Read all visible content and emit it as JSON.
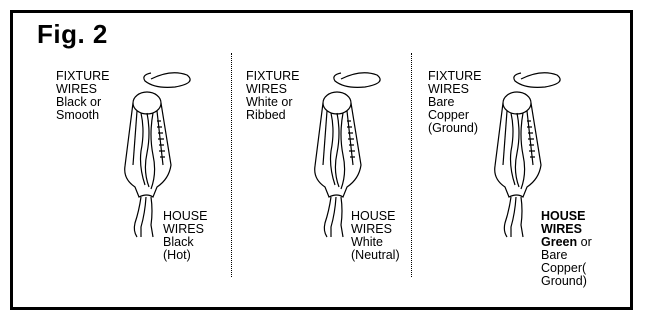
{
  "figure": {
    "title": "Fig. 2"
  },
  "panels": [
    {
      "fixture_wires": [
        "FIXTURE",
        "WIRES",
        "Black or",
        "Smooth"
      ],
      "house_wires": [
        {
          "text": "HOUSE",
          "bold": false
        },
        {
          "text": "WIRES",
          "bold": false
        },
        {
          "text": "Black",
          "bold": false
        },
        {
          "text": "(Hot)",
          "bold": false
        }
      ]
    },
    {
      "fixture_wires": [
        "FIXTURE",
        "WIRES",
        "White or",
        "Ribbed"
      ],
      "house_wires": [
        {
          "text": "HOUSE",
          "bold": false
        },
        {
          "text": "WIRES",
          "bold": false
        },
        {
          "text": "White",
          "bold": false
        },
        {
          "text": "(Neutral)",
          "bold": false
        }
      ]
    },
    {
      "fixture_wires": [
        "FIXTURE",
        "WIRES",
        "Bare",
        "Copper",
        "(Ground)"
      ],
      "house_wires": [
        {
          "text": "HOUSE",
          "bold": true
        },
        {
          "text": "WIRES",
          "bold": true
        },
        {
          "text": "Green",
          "bold": true,
          "suffix": " or"
        },
        {
          "text": "Bare",
          "bold": false
        },
        {
          "text": "Copper(",
          "bold": false
        },
        {
          "text": "Ground)",
          "bold": false
        }
      ]
    }
  ]
}
